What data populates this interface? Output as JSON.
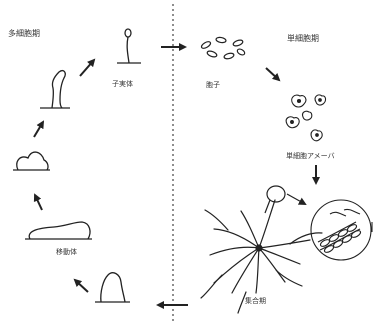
{
  "phases": {
    "multicellular": "多細胞期",
    "unicellular": "単細胞期"
  },
  "labels": {
    "fruiting_body": "子実体",
    "spores": "胞子",
    "amoeba": "単細胞アメーバ",
    "slug": "移動体",
    "aggregation": "集合期"
  },
  "colors": {
    "line": "#222222",
    "text": "#333333",
    "divider": "#444444"
  }
}
